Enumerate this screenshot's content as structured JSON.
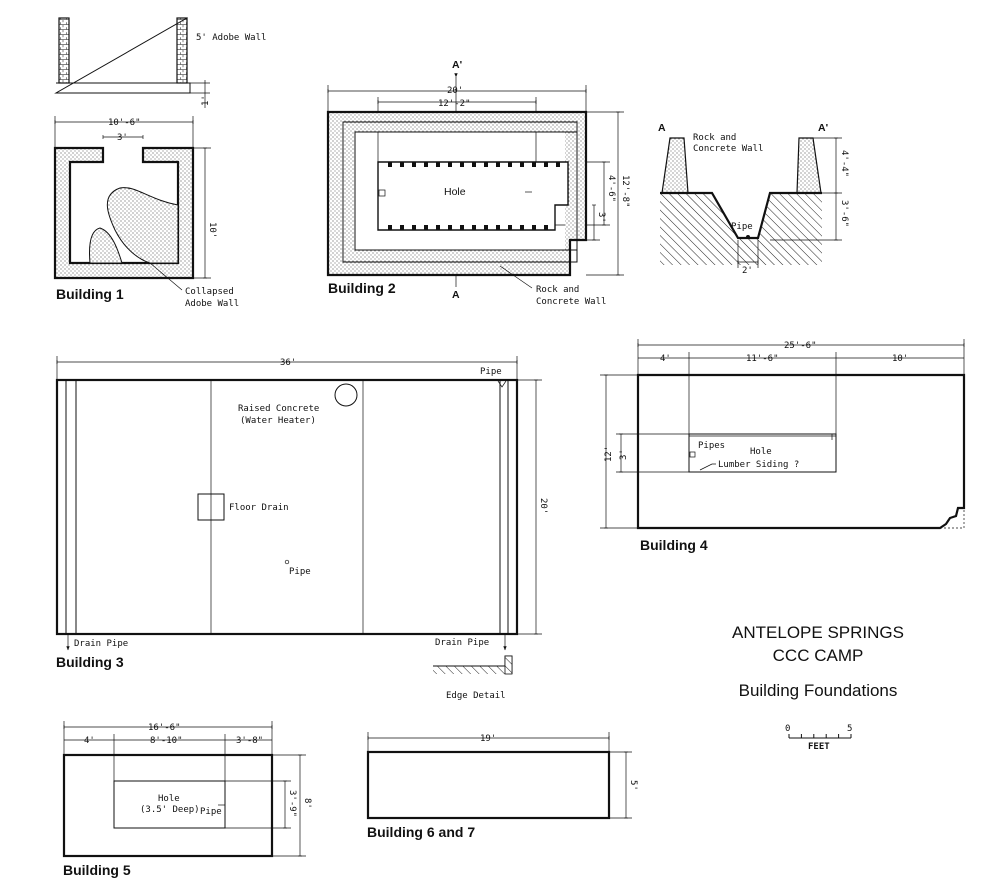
{
  "title": {
    "line1": "ANTELOPE SPRINGS",
    "line2": "CCC CAMP",
    "line3": "Building Foundations"
  },
  "scale_bar": {
    "zero": "0",
    "five": "5",
    "unit": "FEET"
  },
  "wall_section": {
    "label": "5' Adobe Wall",
    "dim": "1'"
  },
  "building1": {
    "name": "Building 1",
    "dim_width": "10'-6\"",
    "dim_door": "3'",
    "dim_height": "10'",
    "note": [
      "Collapsed",
      "Adobe Wall"
    ]
  },
  "building2": {
    "name": "Building 2",
    "dim_outer": "20'",
    "dim_inner": "12'-2\"",
    "dim_height": "12'-8\"",
    "dim_hole_h": "4'-6\"",
    "dim_notch": "3'",
    "hole": "Hole",
    "section_top": "A'",
    "section_bottom": "A",
    "note": [
      "Rock and",
      "Concrete Wall"
    ]
  },
  "section_aa": {
    "left_mark": "A",
    "right_mark": "A'",
    "note": [
      "Rock and",
      "Concrete Wall"
    ],
    "dim_top": "4'-4\"",
    "dim_bottom": "3'-6\"",
    "dim_pipe": "2'",
    "pipe": "Pipe"
  },
  "building3": {
    "name": "Building 3",
    "dim_width": "36'",
    "dim_height": "20'",
    "pipe_top": "Pipe",
    "raised": [
      "Raised Concrete",
      "(Water Heater)"
    ],
    "floor_drain": "Floor Drain",
    "pipe_center": "Pipe",
    "drain_left": "Drain Pipe",
    "drain_right": "Drain Pipe",
    "edge_detail": "Edge Detail"
  },
  "building4": {
    "name": "Building 4",
    "dim_total": "25'-6\"",
    "dim_a": "4'",
    "dim_b": "11'-6\"",
    "dim_c": "10'",
    "dim_height": "12'",
    "dim_hole": "3'",
    "pipes": "Pipes",
    "hole": "Hole",
    "lumber": "Lumber Siding ?"
  },
  "building5": {
    "name": "Building 5",
    "dim_total": "16'-6\"",
    "dim_a": "4'",
    "dim_b": "8'-10\"",
    "dim_c": "3'-8\"",
    "dim_hole": "3'-9\"",
    "dim_height": "8'",
    "hole": "Hole",
    "hole_depth": "(3.5' Deep)",
    "pipe": "Pipe"
  },
  "building67": {
    "name": "Building 6 and 7",
    "dim_width": "19'",
    "dim_height": "5'"
  }
}
